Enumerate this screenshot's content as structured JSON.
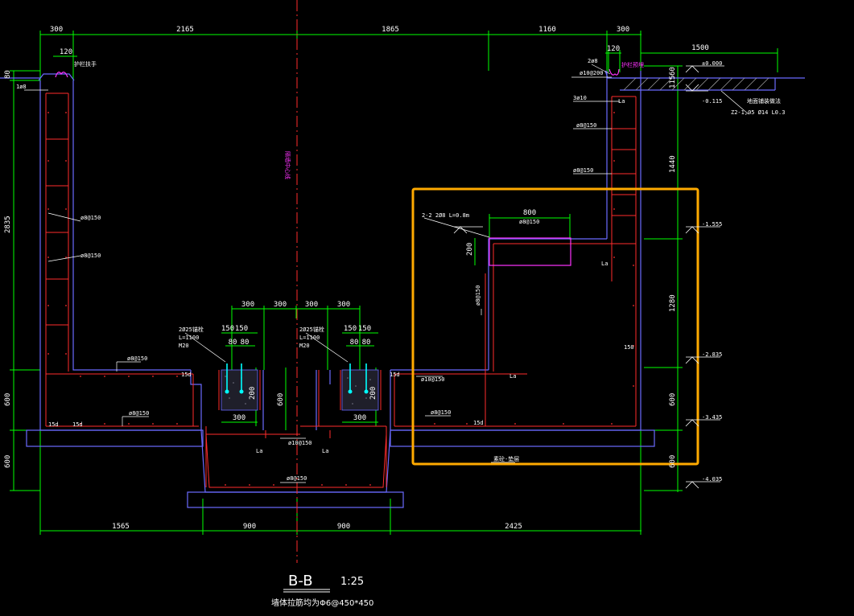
{
  "drawing": {
    "title": "B-B",
    "scale": "1:25",
    "note": "墙体拉筋均为Φ6@450*450",
    "centerline_label": "隔墙中心线",
    "colors": {
      "background": "#000000",
      "dimension": "#00ff00",
      "concrete": "#6a6aff",
      "rebar": "#ff2d2d",
      "highlight": "#ffaa00",
      "annotation": "#ff33ff",
      "anchor": "#00ffff"
    }
  },
  "dims_top": [
    "300",
    "2165",
    "1865",
    "1160",
    "300",
    "120",
    "120",
    "1500"
  ],
  "dims_bottom": [
    "1565",
    "900",
    "900",
    "2425"
  ],
  "dims_left": [
    "80",
    "2835",
    "600",
    "600"
  ],
  "dims_right": [
    "60",
    "115",
    "1440",
    "1280",
    "600",
    "600"
  ],
  "dims_pits": [
    "300",
    "300",
    "300",
    "300",
    "150",
    "150",
    "150",
    "150",
    "80",
    "80",
    "80",
    "80",
    "300",
    "300",
    "200",
    "200",
    "600"
  ],
  "dims_right_box": [
    "800",
    "200"
  ],
  "elevations": [
    "±0.000",
    "-0.115",
    "-1.555",
    "-2.835",
    "-3.435",
    "-4.035"
  ],
  "labels": {
    "top_left": "1ø8",
    "left_bar_a": "ø8@150",
    "left_bar_b": "ø8@150",
    "base_left": "ø8@150",
    "base_bottom": "ø8@150",
    "pit_bar": "ø10@150",
    "pit_bottom": "ø8@150",
    "right_wall_1": "ø10@200",
    "right_wall_2": "3ø10",
    "right_wall_3": "ø8@150",
    "right_wall_4": "ø8@150",
    "right_top_1": "2ø8",
    "right_top_2": "护栏预埋",
    "right_box_1": "2-2 2Ø8 L=0.8m",
    "right_box_2": "ø8@150",
    "right_inner": "ø8@150",
    "right_base_1": "ø10@150",
    "right_base_2": "ø8@150",
    "right_gutter": "Z2-1,05 Ø14 L0.3",
    "pit_anchor_1a": "2Ø25锚栓",
    "pit_anchor_1b": "L=1100",
    "pit_anchor_1c": "M20",
    "pit_anchor_2a": "2Ø25锚栓",
    "pit_anchor_2b": "L=1100",
    "pit_anchor_2c": "M20",
    "lap_15d": "15d",
    "la": "La",
    "dim_150": "150",
    "rail_left": "护栏扶手",
    "soil": "地面铺装做法",
    "base_mark": "素砼-垫层"
  }
}
